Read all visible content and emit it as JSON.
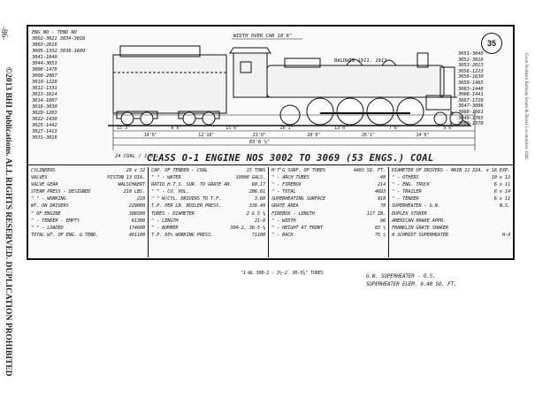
{
  "margin": {
    "page_number": "-86-",
    "copyright": "©2013 BHI Publications. ALL RIGHTS RESERVED. DUPLICATION PROHIBITED",
    "right_text": "Great Northern Railway   Steam & Diesel Locomotives 1946"
  },
  "diagram": {
    "class_number": "35",
    "title": "CLASS O-1 ENGINE NOS 3002 TO 3069 (53 ENGS.) COAL",
    "cab_label": "WIDTH OVER CAB 10'6\"",
    "baldwin_label": "BALDWIN 1911, 1913",
    "wheelbase_total": "83'6 ½\"",
    "tender_label": "24 COAL / 1 OIL",
    "left_header_eng": "ENG NO",
    "left_header_tend": "TEND NO",
    "left_numbers": [
      "3002-3021  3034-3016",
      "3003-2018",
      "3005-1332  3038-1609",
      "3041-1640",
      "3044-3053",
      "3008-1478",
      "3009-2067",
      "3010-1229",
      "3012-1331",
      "3013-1614",
      "3014-1607",
      "3016-3030",
      "3020-1203",
      "3022-1430",
      "3025-1442",
      "3027-1413",
      "3031-3018"
    ],
    "right_numbers": [
      "3051-3040",
      "3052-3018",
      "3053-2013",
      "3056-1223",
      "3058-1630",
      "3059-1465",
      "3063-1448",
      "3066-1441",
      "3067-1729",
      "3047-3096",
      "3068-1561",
      "3049-1765",
      "3069-1370"
    ],
    "dims_top": [
      "15'3\"",
      "14'6\"",
      "6'6\"",
      "12'10\"",
      "15'0\"",
      "21'0\"",
      "26'1\"",
      "20'0\"",
      "13'0\"",
      "26'1\"",
      "7'6\"",
      "14'6\"",
      "9'6\""
    ]
  },
  "specs": {
    "col1": [
      {
        "k": "CYLINDERS",
        "v": "20 x 32"
      },
      {
        "k": "VALVES",
        "v": "PISTON 13 DIA."
      },
      {
        "k": "VALVE GEAR",
        "v": "WALSCHAERT"
      },
      {
        "k": "STEAM PRESS - DESIGNED",
        "v": "210 LBS."
      },
      {
        "k": "\" \" - WORKING",
        "v": "210"
      },
      {
        "k": "WT. ON DRIVERS",
        "v": "229000"
      },
      {
        "k": "\" OF ENGINE",
        "v": "306500"
      },
      {
        "k": "\" - TENDER - EMPTY",
        "v": "61300"
      },
      {
        "k": "\" \" - LOADED",
        "v": "174600"
      },
      {
        "k": "TOTAL WT. OF ENG. & TEND.",
        "v": "481100"
      }
    ],
    "col2": [
      {
        "k": "CAP. OF TENDER - COAL",
        "v": "15 TONS"
      },
      {
        "k": "\" \" - WATER",
        "v": "10000 GALS."
      },
      {
        "k": "RATIO H.T.S. SUR. TO GRATE AR.",
        "v": "60.17"
      },
      {
        "k": "\" \" - CU. VOL.",
        "v": "206.01"
      },
      {
        "k": "\" \" W/CYL. DRIVERS TO T.F.",
        "v": "3.60"
      },
      {
        "k": "T.P. PER LB. BOILER PRESS.",
        "v": "338.49"
      },
      {
        "k": "TUBES - DIAMETER",
        "v": "2 & 5 ⅜"
      },
      {
        "k": "\" - LENGTH",
        "v": "21-0"
      },
      {
        "k": "\" - NUMBER",
        "v": "304-2, 36-5 ⅜"
      },
      {
        "k": "T.P. 85% WORKING PRESS.",
        "v": "71100"
      }
    ],
    "col3": [
      {
        "k": "H'T'G SURF. OF TUBES",
        "v": "4403 SQ. FT."
      },
      {
        "k": "\" - ARCH TUBES",
        "v": "40"
      },
      {
        "k": "\" - FIREBOX",
        "v": "214"
      },
      {
        "k": "\" - TOTAL",
        "v": "4693"
      },
      {
        "k": "SUPERHEATING SURFACE",
        "v": "910"
      },
      {
        "k": "GRATE AREA",
        "v": "78"
      },
      {
        "k": "FIREBOX - LENGTH",
        "v": "117 IN."
      },
      {
        "k": "\" - WIDTH",
        "v": "96"
      },
      {
        "k": "\" - HEIGHT AT FRONT",
        "v": "83 ½"
      },
      {
        "k": "\" - BACK",
        "v": "75 ½"
      }
    ],
    "col4": [
      {
        "k": "DIAMETER OF DRIVERS - MAIN",
        "v": "11 DIA. x 16 EXP."
      },
      {
        "k": "\" - OTHERS",
        "v": "10 x 12"
      },
      {
        "k": "\" - ENG. TRUCK",
        "v": "6 x 11"
      },
      {
        "k": "\" - TRAILER",
        "v": "8 x 14"
      },
      {
        "k": "\" - TENDER",
        "v": "6 x 11"
      },
      {
        "k": "SUPERHEATER - G.N.",
        "v": "N.S."
      },
      {
        "k": "DUPLEX STOKER",
        "v": ""
      },
      {
        "k": "AMERICAN BRAKE APPR.",
        "v": ""
      },
      {
        "k": "FRANKLIN GRATE SHAKER",
        "v": ""
      },
      {
        "k": "A SCHMIDT SUPERHEATER",
        "v": "H-4"
      }
    ]
  },
  "footer": {
    "tubes": "\"1-WL 300-2 - 3½-2. 30-5⅜\" TUBES",
    "superheater": "G.N. SUPERHEATER - O.S.",
    "superheater2": "SUPERHEATER ELEM. 6.40 SQ. FT."
  }
}
